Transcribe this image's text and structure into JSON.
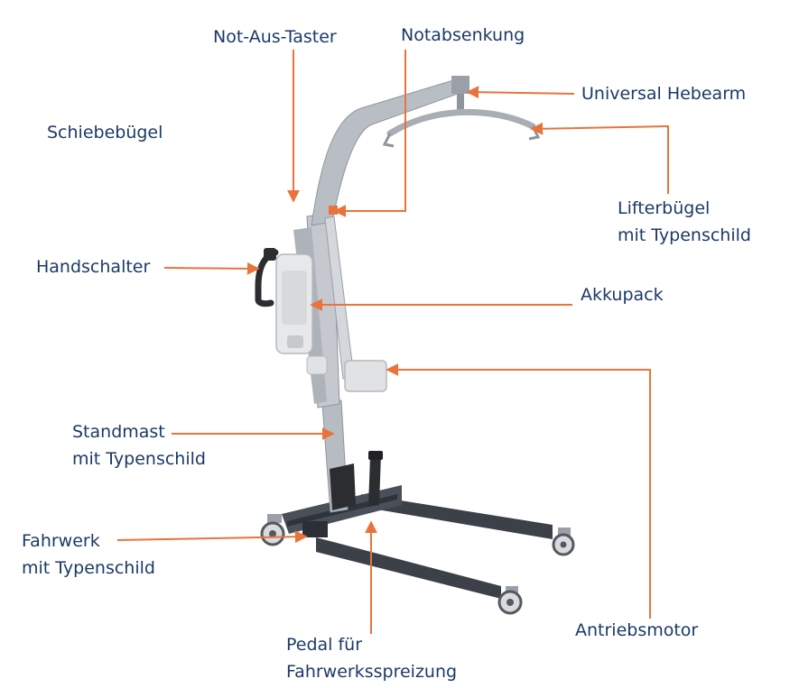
{
  "colors": {
    "leader_line": "#e8743b",
    "label_text": "#1c3a66",
    "frame_gray": "#b7bcc3",
    "frame_dark": "#8e959d",
    "chassis": "#3c4149",
    "battery": "#e7e8e9",
    "grip": "#2b2d31"
  },
  "labels": {
    "not_aus_taster": "Not-Aus-Taster",
    "notabsenkung": "Notabsenkung",
    "universal_hebearm": "Universal Hebearm",
    "schiebebuegel": "Schiebebügel",
    "lifterbuegel": [
      "Lifterbügel",
      "mit Typenschild"
    ],
    "handschalter": "Handschalter",
    "akkupack": "Akkupack",
    "antriebsmotor": "Antriebsmotor",
    "standmast": [
      "Standmast",
      "mit Typenschild"
    ],
    "fahrwerk": [
      "Fahrwerk",
      "mit Typenschild"
    ],
    "pedal": [
      "Pedal für",
      "Fahrwerksspreizung"
    ]
  }
}
